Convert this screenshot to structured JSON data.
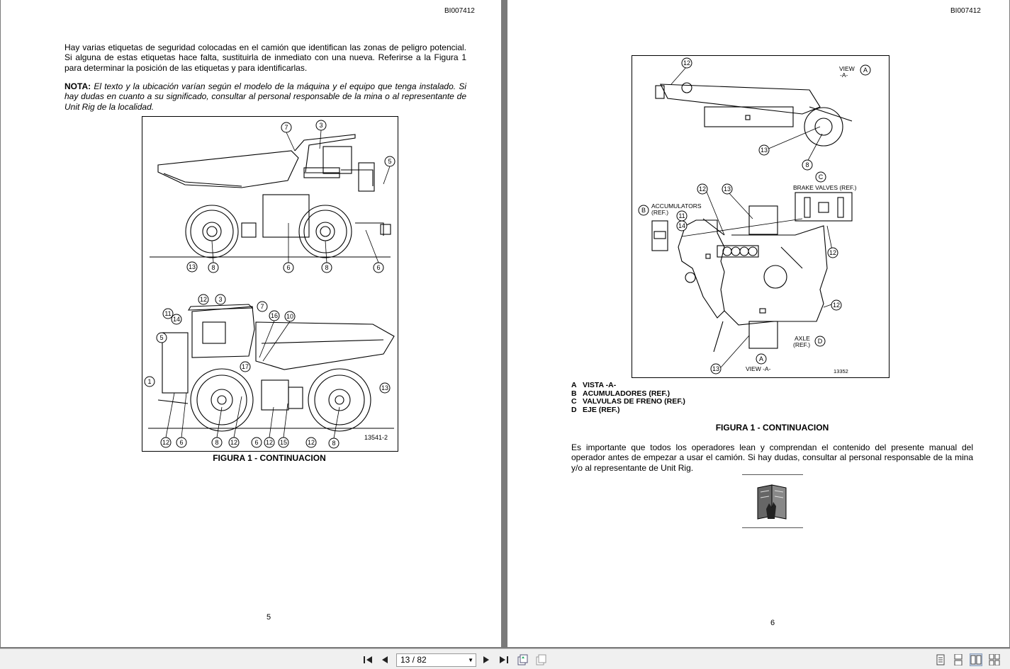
{
  "viewer": {
    "page_indicator": "13 / 82",
    "icons": [
      "first-page-icon",
      "prev-page-icon",
      "next-page-icon",
      "last-page-icon",
      "go-back-icon",
      "go-forward-icon",
      "single-page-icon",
      "continuous-icon",
      "facing-icon",
      "continuous-facing-icon"
    ]
  },
  "left": {
    "doc_id": "BI007412",
    "para1": "Hay varias etiquetas de seguridad colocadas en el camión que identifican las zonas de peligro potencial. Si alguna  de estas etiquetas hace falta, sustituirla de inmediato con una nueva. Referirse a la Figura 1 para determinar la posición de las etiquetas y para identificarlas.",
    "note_label": "NOTA:",
    "note_text": " El texto y la ubicación varían según el modelo de la máquina y el equipo que tenga instalado. Si hay dudas en cuanto a su significado, consultar al personal responsable de la mina o al representante de Unit Rig de la localidad.",
    "figure": {
      "callouts_top": [
        "7",
        "3",
        "5",
        "13",
        "8",
        "6",
        "8",
        "6"
      ],
      "callouts_bottom": [
        "12",
        "3",
        "7",
        "16",
        "10",
        "11",
        "14",
        "5",
        "17",
        "13",
        "1",
        "12",
        "6",
        "8",
        "12",
        "6",
        "12",
        "15",
        "12",
        "8"
      ],
      "drawing_number": "13541-2"
    },
    "caption": "FIGURA 1 - CONTINUACION",
    "page_number": "5"
  },
  "right": {
    "doc_id": "BI007412",
    "figure": {
      "view_label_1": "VIEW",
      "view_label_2": "-A-",
      "view_letter": "A",
      "accumulators_1": "ACCUMULATORS",
      "accumulators_2": "(REF.)",
      "brake_valves": "BRAKE  VALVES  (REF.)",
      "axle_1": "AXLE",
      "axle_2": "(REF.)",
      "bottom_view": "VIEW  -A-",
      "letters": [
        "A",
        "B",
        "C",
        "D",
        "A"
      ],
      "callouts": [
        "12",
        "13",
        "8",
        "12",
        "13",
        "11",
        "14",
        "12",
        "12",
        "13"
      ],
      "drawing_number": "13352"
    },
    "legend": [
      {
        "key": "A",
        "text": "VISTA -A-"
      },
      {
        "key": "B",
        "text": "ACUMULADORES (REF.)"
      },
      {
        "key": "C",
        "text": "VALVULAS DE FRENO (REF.)"
      },
      {
        "key": "D",
        "text": "EJE (REF.)"
      }
    ],
    "caption": "FIGURA 1 - CONTINUACION",
    "para": "Es importante que todos los operadores lean y comprendan el contenido del presente manual del operador antes de empezar a usar el camión. Si hay dudas, consultar al personal responsable de la mina y/o al representante de Unit Rig.",
    "page_number": "6"
  }
}
